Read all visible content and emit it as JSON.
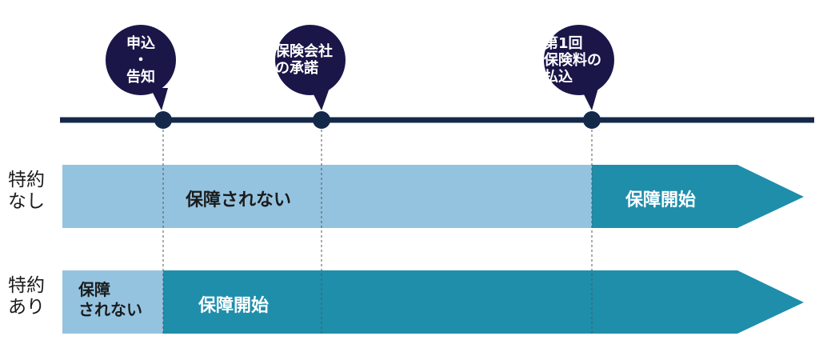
{
  "milestones": [
    {
      "label": "申込\n・\n告知"
    },
    {
      "label": "保険会社\nの承諾"
    },
    {
      "label": "第1回\n保険料の\n払込"
    }
  ],
  "rows": [
    {
      "label": "特約\nなし",
      "not_covered_text": "保障されない",
      "covered_text": "保障開始"
    },
    {
      "label": "特約\nあり",
      "not_covered_text": "保障\nされない",
      "covered_text": "保障開始"
    }
  ],
  "colors": {
    "bubble": "#1a1648",
    "timeline": "#14284a",
    "light_band": "#94c3e0",
    "dark_band": "#1e8eab",
    "dashed": "#555555"
  }
}
